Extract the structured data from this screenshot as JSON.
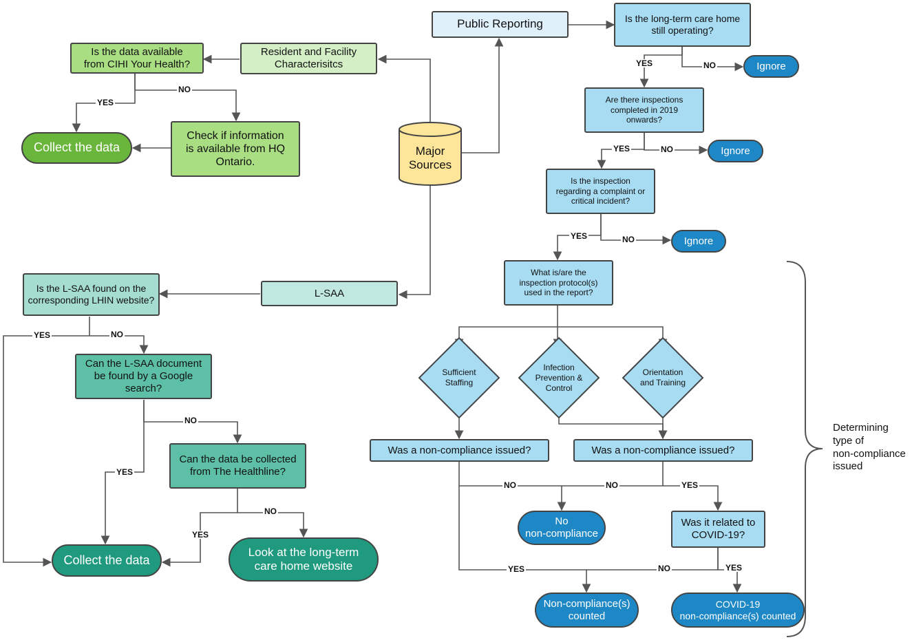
{
  "nodes": {
    "public_reporting": "Public Reporting",
    "ltc_operating": "Is the long-term care home\nstill operating?",
    "ignore_1": "Ignore",
    "inspections_2019": "Are there inspections\ncompleted in 2019\nonwards?",
    "ignore_2": "Ignore",
    "inspection_complaint": "Is the inspection\nregarding a complaint or\ncritical incident?",
    "ignore_3": "Ignore",
    "protocols": "What is/are the\ninspection protocol(s)\nused in the report?",
    "sufficient_staffing": "Sufficient\nStaffing",
    "infection_prevention": "Infection\nPrevention &\nControl",
    "orientation_training": "Orientation\nand Training",
    "noncompliance_q1": "Was a non-compliance issued?",
    "noncompliance_q2": "Was a non-compliance issued?",
    "no_noncompliance": "No\nnon-compliance",
    "covid_related": "Was it related to\nCOVID-19?",
    "noncompliance_counted": "Non-compliance(s)\ncounted",
    "covid_counted": "COVID-19\nnon-compliance(s) counted",
    "major_sources": "Major\nSources",
    "resident_facility": "Resident and Facility\nCharacterisitcs",
    "cihi_question": "Is the data available\nfrom CIHI Your Health?",
    "hq_ontario": "Check if information\nis available from HQ\nOntario.",
    "collect_data_1": "Collect the data",
    "lsaa": "L-SAA",
    "lsaa_lhin": "Is the L-SAA found on the\ncorresponding LHIN website?",
    "lsaa_google": "Can the L-SAA document\nbe found by a Google\nsearch?",
    "healthline": "Can the data be collected\nfrom The Healthline?",
    "collect_data_2": "Collect the data",
    "ltc_website": "Look at the long-term\ncare home website"
  },
  "edge_labels": {
    "yes_operating": "YES",
    "no_operating": "NO",
    "yes_inspections": "YES",
    "no_inspections": "NO",
    "yes_complaint": "YES",
    "no_complaint": "NO",
    "no_cihi": "NO",
    "yes_cihi": "YES",
    "yes_lhin": "YES",
    "no_lhin": "NO",
    "no_google": "NO",
    "yes_google": "YES",
    "no_healthline": "NO",
    "yes_healthline": "YES",
    "no_q1": "NO",
    "no_q2": "NO",
    "yes_q2": "YES",
    "yes_q1": "YES",
    "no_covid": "NO",
    "yes_covid": "YES"
  },
  "side_note": "Determining\ntype of\nnon-compliance\nissued",
  "colors": {
    "line": "#555555",
    "green_light": "#d4efc6",
    "green_mid": "#a9de82",
    "green_dark": "#6ab63c",
    "teal_light": "#c0e8e0",
    "teal_mid": "#5cbfa6",
    "teal_dark": "#1f9a7e",
    "blue_pale": "#dff0fb",
    "blue_mid": "#a8dcf2",
    "blue_dark": "#1e88c7",
    "cylinder": "#fde69a"
  }
}
